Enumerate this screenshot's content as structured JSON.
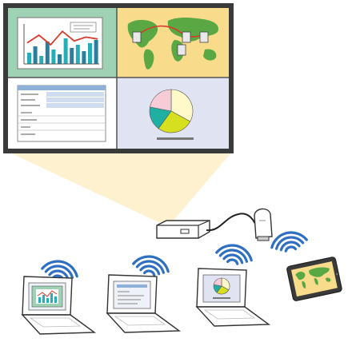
{
  "colors": {
    "outline": "#333333",
    "screen_frame": "#3a3a3a",
    "quad_chart_bg": "#9fd2b4",
    "quad_map_bg": "#f8dc8c",
    "quad_form_bg": "#ffffff",
    "quad_pie_bg": "#dfe3f2",
    "beam": "#fdf1cf",
    "wifi": "#2f6fc2",
    "map_land": "#5aa843",
    "map_line": "#d83b2a",
    "bar_cyan": "#25aeb7",
    "bar_dark": "#2a7fa0",
    "device_body": "#ffffff",
    "laptop_screen": "#eef2f8"
  },
  "icons": {
    "projected_screen": "projection-screen-icon",
    "projector": "projector-icon",
    "wireless_adapter": "wireless-lan-adapter-icon",
    "wifi": "wifi-signal-icon",
    "laptop": "laptop-icon",
    "tablet": "tablet-icon"
  },
  "chart_preview": {
    "bars": [
      0.35,
      0.55,
      0.25,
      0.7,
      0.45,
      0.3,
      0.8,
      0.5,
      0.6,
      0.4,
      0.65,
      0.75
    ],
    "line": [
      0.55,
      0.75,
      0.5,
      0.85,
      0.6,
      0.7,
      0.65
    ]
  },
  "pie_preview": {
    "slices": [
      {
        "value": 0.33,
        "color": "#fff8c8"
      },
      {
        "value": 0.27,
        "color": "#d6e01e"
      },
      {
        "value": 0.18,
        "color": "#1fb0a3"
      },
      {
        "value": 0.22,
        "color": "#f6cdd6"
      }
    ]
  }
}
